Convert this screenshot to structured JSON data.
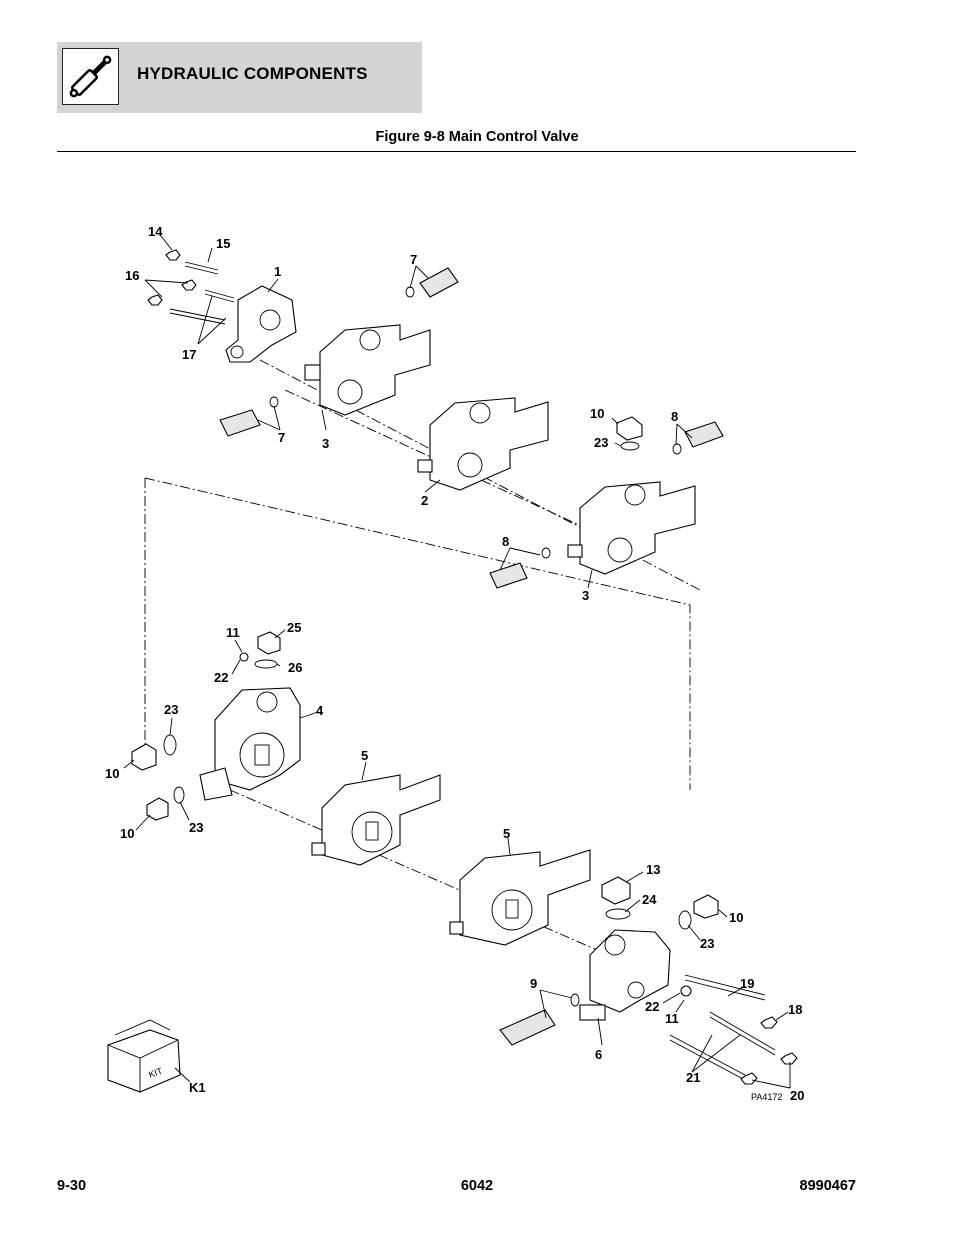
{
  "header": {
    "section_title": "HYDRAULIC COMPONENTS",
    "icon": "hydraulic-cylinder-icon"
  },
  "figure": {
    "title": "Figure 9-8 Main Control Valve",
    "drawing_id": "PA4172",
    "kit_label": "KIT",
    "callouts": {
      "c1": "1",
      "c2": "2",
      "c3a": "3",
      "c3b": "3",
      "c4": "4",
      "c5a": "5",
      "c5b": "5",
      "c6": "6",
      "c7a": "7",
      "c7b": "7",
      "c8a": "8",
      "c8b": "8",
      "c9": "9",
      "c10a": "10",
      "c10b": "10",
      "c10c": "10",
      "c10d": "10",
      "c11a": "11",
      "c11b": "11",
      "c13": "13",
      "c14": "14",
      "c15": "15",
      "c16": "16",
      "c17": "17",
      "c18": "18",
      "c19": "19",
      "c20": "20",
      "c21": "21",
      "c22a": "22",
      "c22b": "22",
      "c23a": "23",
      "c23b": "23",
      "c23c": "23",
      "c23d": "23",
      "c24": "24",
      "c25": "25",
      "c26": "26",
      "cK1": "K1"
    }
  },
  "footer": {
    "page_number": "9-30",
    "model": "6042",
    "manual_number": "8990467"
  }
}
